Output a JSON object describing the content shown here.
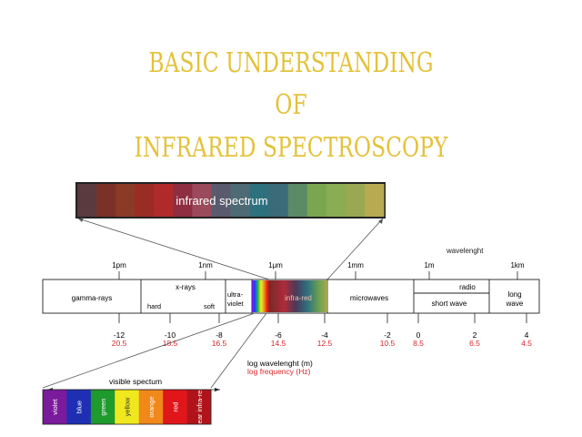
{
  "title": {
    "line1": "BASIC UNDERSTANDING",
    "line2": "OF",
    "line3": "INFRARED SPECTROSCOPY"
  },
  "ir_bar": {
    "label": "infrared spectrum",
    "colors": [
      "#5a3a3e",
      "#7a3128",
      "#8b3a28",
      "#9a2c26",
      "#b12a2a",
      "#8e2e40",
      "#9a4a5a",
      "#5a5a6e",
      "#4e6a74",
      "#2e707e",
      "#3b6a78",
      "#5a8a66",
      "#7aa650",
      "#8aac52",
      "#99a852",
      "#b8aa50"
    ]
  },
  "spectrum": {
    "wavelength_label": "wavelenght",
    "top_ticks": [
      {
        "label": "1pm"
      },
      {
        "label": "1nm"
      },
      {
        "label": "1μm"
      },
      {
        "label": "1mm"
      },
      {
        "label": "1m"
      },
      {
        "label": "1km"
      }
    ],
    "regions": {
      "gamma": "gamma-rays",
      "xrays": "x-rays",
      "hard": "hard",
      "soft": "soft",
      "uv1": "ultra-",
      "uv2": "violet",
      "infrared": "infra-red",
      "microwaves": "microwaves",
      "radio": "radio",
      "short_wave": "short wave",
      "long1": "long",
      "long2": "wave"
    },
    "bottom_ticks": [
      {
        "log_wavelength": "-12",
        "log_frequency": "20.5"
      },
      {
        "log_wavelength": "-10",
        "log_frequency": "18.5"
      },
      {
        "log_wavelength": "-8",
        "log_frequency": "16.5"
      },
      {
        "log_wavelength": "-6",
        "log_frequency": "14.5"
      },
      {
        "log_wavelength": "-4",
        "log_frequency": "12.5"
      },
      {
        "log_wavelength": "-2",
        "log_frequency": "10.5"
      },
      {
        "log_wavelength": "0",
        "log_frequency": "8.5"
      },
      {
        "log_wavelength": "2",
        "log_frequency": "6.5"
      },
      {
        "log_wavelength": "4",
        "log_frequency": "4.5"
      }
    ],
    "axis_label_wavelength": "log wavelenght (m)",
    "axis_label_frequency": "log frequency (Hz)"
  },
  "visible": {
    "title": "visible spectum",
    "bands": [
      {
        "label": "violet",
        "color": "#7a1a9c"
      },
      {
        "label": "blue",
        "color": "#1e2fb4"
      },
      {
        "label": "green",
        "color": "#1f9a2c"
      },
      {
        "label": "yellow",
        "color": "#f0e81e"
      },
      {
        "label": "orange",
        "color": "#f0881a"
      },
      {
        "label": "red",
        "color": "#e0161a"
      },
      {
        "label": "near infra-red",
        "color": "#b0141a"
      }
    ]
  },
  "colors": {
    "title": "#e3c23a",
    "frequency_text": "#d8262a"
  }
}
